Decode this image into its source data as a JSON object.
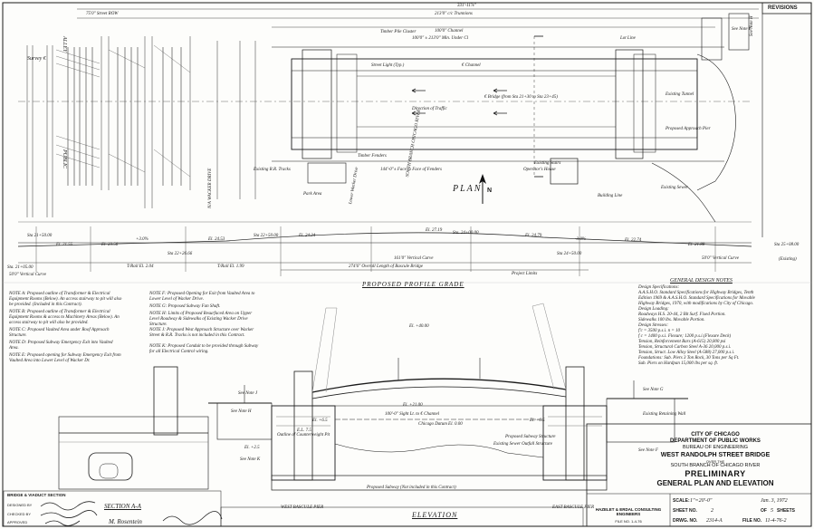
{
  "revisions_label": "REVISIONS",
  "plan": {
    "title": "PLAN",
    "labels": {
      "street_row": "75'0\" Street ROW",
      "trunnions": "213'0\" c/c Trunnions",
      "overall": "331'-11⅞\"",
      "channel": "100'0\" Channel",
      "channel_min": "100'0\" ± 213'0\" Min. Under Cl",
      "timber_cluster": "Timber Pile Cluster",
      "e_channel": "€ Channel",
      "street_light": "Street Light (Typ.)",
      "direction_traffic": "Direction of Traffic",
      "bridge_sta": "€ Bridge (from Sta 21+30 to Sta 23+45)",
      "timber_fenders": "Timber Fenders",
      "face_to_face": "144'-0\"± Face to Face of Fenders",
      "south_branch": "SOUTH BRANCH CHICAGO RIVER",
      "lower_wacker": "Lower Wacker Drive",
      "park_area": "Park Area",
      "survey": "Survey €",
      "alley": "ALLEY",
      "public": "PUBLIC",
      "wacker": "N/A WACKER DRIVE",
      "existing_tracks": "Existing R.R. Tracks",
      "see_note_e": "See Note E",
      "see_note_h": "See Note H",
      "existing_sewer": "Existing Sewer",
      "building_line": "Building Line",
      "lot_line": "Lot Line",
      "existing_tunnel": "Existing Tunnel",
      "proposed_approach": "Proposed Approach Pier",
      "operators_house": "Operator's House",
      "existing_stairs": "Existing Stairs"
    }
  },
  "profile": {
    "title": "PROPOSED PROFILE GRADE",
    "stations": [
      "Sta. 21+05.00",
      "Sta 21+50.00",
      "Sta 22+26.66",
      "Sta 22+50.00",
      "Sta. 24+00.00",
      "Sta 24+50.00",
      "Sta 25+08.00"
    ],
    "elevations": [
      "El. 21.55",
      "El. 23.56",
      "El. 24.53",
      "El. 24.24",
      "El. 27.19",
      "El. 24.79",
      "El. 22.74",
      "El. 21.88"
    ],
    "vertical_curve_left": "50'0\" Vertical Curve",
    "vertical_curve_right": "50'0\" Vertical Curve",
    "grade_left": "+3.0%",
    "grade_right": "-3.0%",
    "t_rail_left": "T/Rail El. 2.04",
    "t_rail_right": "T/Rail El. 1.99",
    "bascule_len": "161'0\" Vertical Curve",
    "overall_len": "274'6\" Overall Length of Bascule Bridge",
    "project_limits": "Project Limits",
    "existing": "(Existing)"
  },
  "notes": [
    {
      "id": "A",
      "text": "NOTE A: Proposed outline of Transformer & Electrical Equipment Rooms (Below). An access stairway to pit will also be provided. (Included in this Contract)."
    },
    {
      "id": "B",
      "text": "NOTE B: Proposed outline of Transformer & Electrical Equipment Rooms & access to Machinery Areas (Below). An access stairway to pit will also be provided."
    },
    {
      "id": "C",
      "text": "NOTE C: Proposed Vaulted Area under Roof Approach Structure."
    },
    {
      "id": "D",
      "text": "NOTE D: Proposed Subway Emergency Exit into Vaulted Area."
    },
    {
      "id": "E",
      "text": "NOTE E: Proposed opening for Subway Emergency Exit from Vaulted Area into Lower Level of Wacker Dr."
    },
    {
      "id": "F",
      "text": "NOTE F: Proposed Opening for Exit from Vaulted Area to Lower Level of Wacker Drive."
    },
    {
      "id": "G",
      "text": "NOTE G: Proposed Subway Fan Shaft."
    },
    {
      "id": "H",
      "text": "NOTE H: Limits of Proposed Resurfaced Area on Upper Level Roadway & Sidewalks of Existing Wacker Drive Structure."
    },
    {
      "id": "J",
      "text": "NOTE J: Proposed West Approach Structure over Wacker Street & R.R. Tracks is not included in this Contract."
    },
    {
      "id": "K",
      "text": "NOTE K: Proposed Conduit to be provided through Subway for all Electrical Control wiring."
    }
  ],
  "design_notes": {
    "title": "GENERAL DESIGN NOTES",
    "lines": [
      "Design Specifications:",
      "A.A.S.H.O. Standard Specifications for Highway Bridges, Tenth",
      "Edition 1969 & A.A.S.H.O. Standard Specifications for Movable",
      "Highway Bridges, 1970, with modifications by City of Chicago.",
      "Design Loading:",
      "Roadways H.S. 20-44, 2 Bit Surf. Fixed Portion.",
      "Sidewalks 100 lbs. Movable Portion.",
      "Design Stresses:",
      "f'c = 3500 p.s.i.   n = 10",
      "f c = 1400 p.s.i. Flexure;  1200 p.s.i.(Flexure Deck)",
      "Tension, Reinforcement Bars (A-615) 20,000 psi",
      "Tension, Structural Carbon Steel A-36 20,000 p.s.i.",
      "Tension, Struct. Low Alloy Steel (A-588) 27,000 p.s.i.",
      "Foundations: Sub. Piers 3 Ton Rock, 30 Tons per Sq Ft.",
      "Sub. Piers on Hardpan 15,000 lbs per sq. ft."
    ]
  },
  "elevation": {
    "title": "ELEVATION",
    "bottom_chord": "E.L. 7.5",
    "clear_height": "100'-0\" Sight Lt. to € Channel",
    "chicago_datum": "Chicago Datum El. 0.00",
    "el_top": "El. +40.00",
    "el_left": "El. +21.00",
    "el_pier_left": "El. +6.5",
    "el_pier_right": "El. +6.5",
    "outline_cw": "Outline of Counterweight Pit",
    "subway": "Proposed Subway (Not included in this Contract)",
    "west_pier": "WEST BASCULE PIER",
    "east_pier": "EAST BASCULE PIER",
    "see_note_j": "See Note J",
    "see_note_h": "See Note H",
    "see_note_g": "See Note G",
    "see_note_k": "See Note K",
    "see_note_f": "See Note F",
    "existing_tunnel": "Existing Retaining Wall",
    "water_el": "El. +2.5",
    "subway_structure": "Proposed Subway Structure",
    "existing_sewer": "Existing Sewer Outfall Structure"
  },
  "section": {
    "title": "SECTION A-A"
  },
  "title_block": {
    "city": "CITY OF CHICAGO",
    "dept": "DEPARTMENT OF PUBLIC WORKS",
    "bureau": "BUREAU OF ENGINEERING",
    "project": "WEST RANDOLPH STREET BRIDGE",
    "over": "OVER THE",
    "river": "SOUTH BRANCH OF CHICAGO RIVER",
    "status": "PRELIMINARY",
    "sheet_title": "GENERAL PLAN AND ELEVATION",
    "scale_label": "SCALE:",
    "scale_value": "1\"=20'-0\"",
    "date_value": "Jan. 3, 1972",
    "sheet_label": "SHEET NO.",
    "sheet_value": "2",
    "of_label": "OF",
    "of_value": "5",
    "sheets_label": "SHEETS",
    "drwg_label": "DRWG. NO.",
    "drwg_value": "2314-A",
    "file_label": "FILE NO.",
    "file_value": "11-4-76-2",
    "consultant": "HAZELET & ERDAL CONSULTING ENGINEERS",
    "consultant_file": "FILE NO. 1-4-76",
    "section_label": "BRIDGE & VIADUCT SECTION",
    "designed_by": "DESIGNED BY",
    "checked_by": "CHECKED BY",
    "approved_by": "APPROVED",
    "engineer_sig": "M. Rosentein"
  }
}
